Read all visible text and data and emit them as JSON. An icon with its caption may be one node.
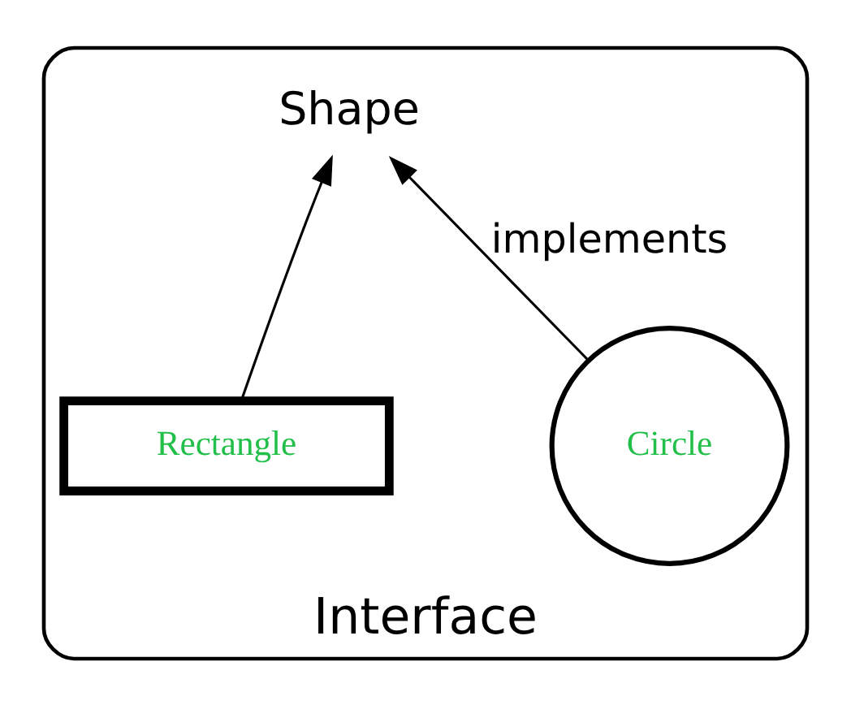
{
  "diagram": {
    "nodes": [
      {
        "text": [
          "Interface"
        ]
      },
      {
        "text": [
          "Shape"
        ],
        "in": 0
      },
      {
        "text": [
          "Circle"
        ],
        "in": 0
      },
      {
        "text": [
          "Rectangle"
        ],
        "in": 0
      }
    ],
    "edges": [
      {
        "from": 2,
        "to": 1,
        "arrow": "to",
        "label": "implements"
      },
      {
        "from": 3,
        "to": 1,
        "arrow": "to"
      }
    ]
  }
}
